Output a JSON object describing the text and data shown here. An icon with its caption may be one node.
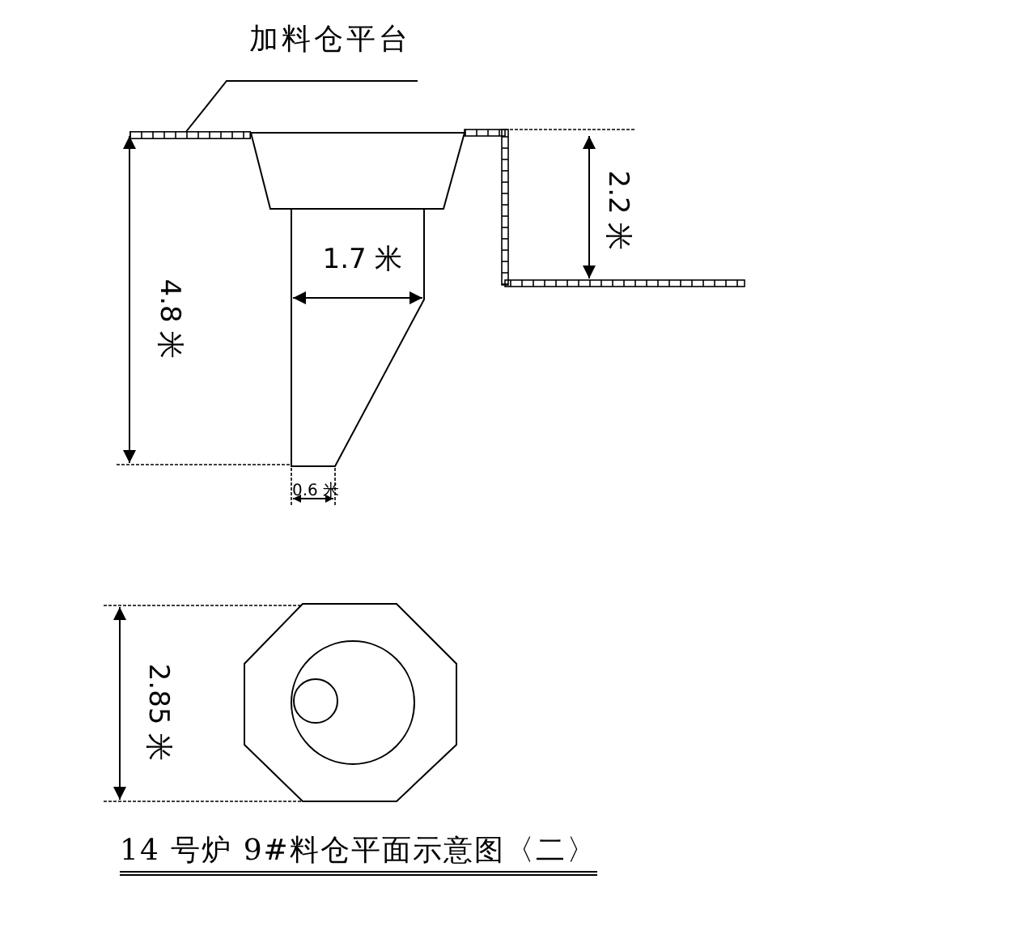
{
  "diagram": {
    "caption": "14 号炉 9#料仓平面示意图〈二〉",
    "nodes": [
      {
        "text": [
          "加料仓平台"
        ]
      },
      {
        "text": [],
        "shape": "bar"
      }
    ],
    "edges": [
      {
        "from": 0,
        "to": 1,
        "arrow": "none"
      }
    ],
    "labels": [
      "2.2 米",
      "1.7 米",
      "4.8 米",
      "0.6 米",
      "2.85 米"
    ]
  }
}
